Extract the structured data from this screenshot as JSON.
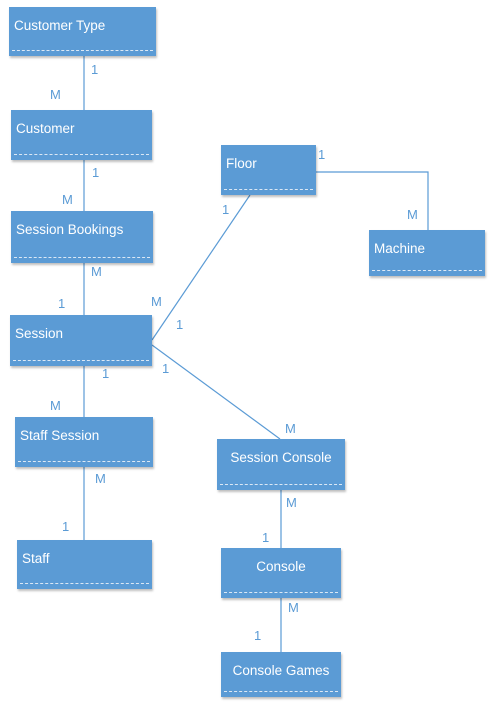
{
  "diagram": {
    "entities": {
      "customer_type": "Customer Type",
      "customer": "Customer",
      "session_bookings": "Session Bookings",
      "session": "Session",
      "staff_session": "Staff Session",
      "staff": "Staff",
      "floor": "Floor",
      "machine": "Machine",
      "session_console": "Session Console",
      "console": "Console",
      "console_games": "Console Games"
    },
    "relationships": [
      {
        "from": "Customer Type",
        "to": "Customer",
        "from_card": "1",
        "to_card": "M"
      },
      {
        "from": "Customer",
        "to": "Session Bookings",
        "from_card": "1",
        "to_card": "M"
      },
      {
        "from": "Session Bookings",
        "to": "Session",
        "from_card": "M",
        "to_card": "1"
      },
      {
        "from": "Session",
        "to": "Staff Session",
        "from_card": "1",
        "to_card": "M"
      },
      {
        "from": "Staff Session",
        "to": "Staff",
        "from_card": "M",
        "to_card": "1"
      },
      {
        "from": "Floor",
        "to": "Session",
        "from_card": "1",
        "to_card": "M"
      },
      {
        "from": "Floor",
        "to": "Machine",
        "from_card": "1",
        "to_card": "M"
      },
      {
        "from": "Session",
        "to": "Session Console",
        "from_card": "1",
        "to_card": "M"
      },
      {
        "from": "Session Console",
        "to": "Console",
        "from_card": "M",
        "to_card": "1"
      },
      {
        "from": "Console",
        "to": "Console Games",
        "from_card": "M",
        "to_card": "1"
      }
    ],
    "colors": {
      "entity_fill": "#5b9bd5",
      "entity_text": "#ffffff",
      "line": "#5b9bd5",
      "label": "#5b9bd5"
    }
  }
}
